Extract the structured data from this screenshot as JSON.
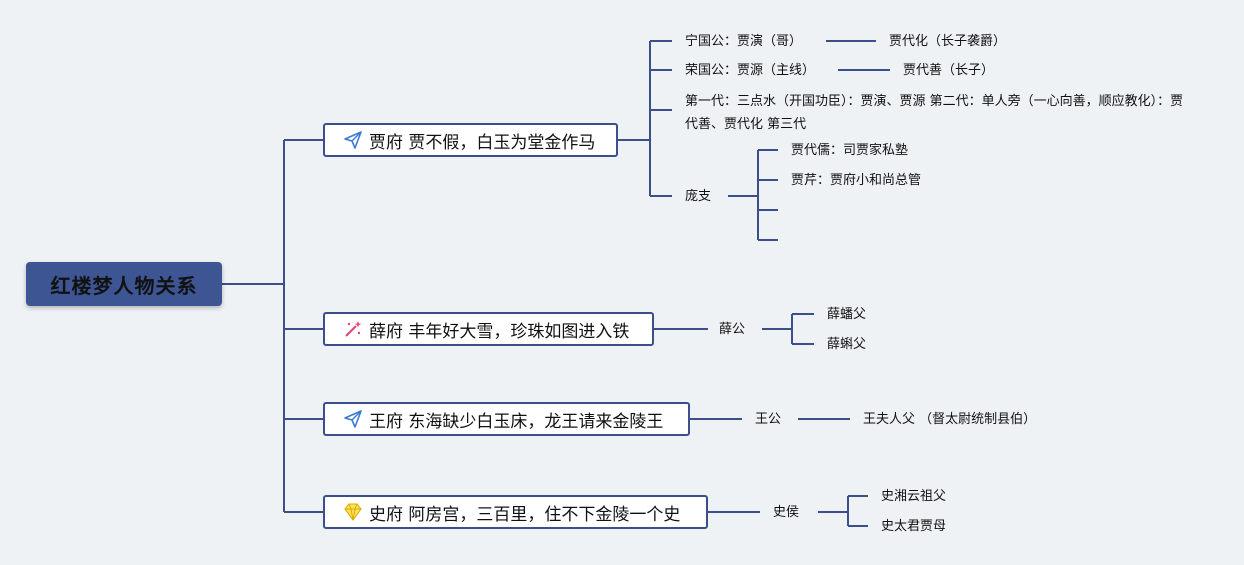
{
  "root": {
    "label": "红楼梦人物关系"
  },
  "branches": [
    {
      "icon": "paper-plane-icon",
      "label": "贾府 贾不假，白玉为堂金作马",
      "children": [
        {
          "label": "宁国公：贾演（哥）",
          "child": "贾代化（长子袭爵）"
        },
        {
          "label": "荣国公：贾源（主线）",
          "child": "贾代善（长子）"
        },
        {
          "label": "第一代：三点水（开国功臣）：贾演、贾源 第二代：单人旁（一心向善，顺应教化）：贾代善、贾代化 第三代"
        },
        {
          "label": "庞支",
          "children": [
            "贾代儒：司贾家私塾",
            "贾芹：贾府小和尚总管",
            "",
            ""
          ]
        }
      ]
    },
    {
      "icon": "magic-wand-icon",
      "label": "薛府 丰年好大雪，珍珠如图进入铁",
      "children": [
        {
          "label": "薛公",
          "children": [
            "薛蟠父",
            "薛蝌父"
          ]
        }
      ]
    },
    {
      "icon": "paper-plane-icon",
      "label": "王府 东海缺少白玉床，龙王请来金陵王",
      "children": [
        {
          "label": "王公",
          "child": "王夫人父 （督太尉统制县伯）"
        }
      ]
    },
    {
      "icon": "gem-icon",
      "label": "史府 阿房宫，三百里，住不下金陵一个史",
      "children": [
        {
          "label": "史侯",
          "children": [
            "史湘云祖父",
            "史太君贾母"
          ]
        }
      ]
    }
  ],
  "colors": {
    "line": "#3c4f8c",
    "root_bg": "#3d5593",
    "background": "#eef2f4"
  }
}
